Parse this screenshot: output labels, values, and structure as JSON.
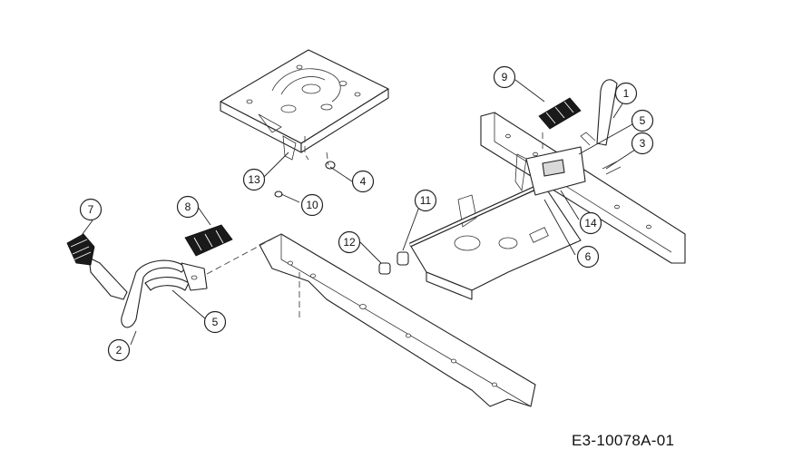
{
  "drawing_code": "E3-10078A-01",
  "callouts": [
    {
      "label": "1"
    },
    {
      "label": "2"
    },
    {
      "label": "3"
    },
    {
      "label": "4"
    },
    {
      "label": "5"
    },
    {
      "label": "5"
    },
    {
      "label": "6"
    },
    {
      "label": "7"
    },
    {
      "label": "8"
    },
    {
      "label": "9"
    },
    {
      "label": "10"
    },
    {
      "label": "11"
    },
    {
      "label": "12"
    },
    {
      "label": "13"
    },
    {
      "label": "14"
    }
  ]
}
